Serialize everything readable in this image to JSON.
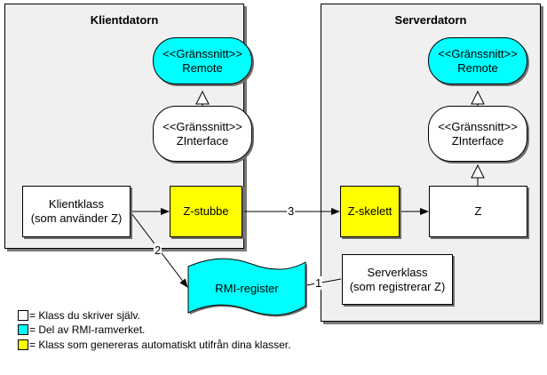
{
  "client": {
    "title": "Klientdatorn",
    "remote_interface": {
      "line1": "<<Gränssnitt>>",
      "line2": "Remote"
    },
    "z_interface": {
      "line1": "<<Gränssnitt>>",
      "line2": "ZInterface"
    },
    "client_class": {
      "line1": "Klientklass",
      "line2": "(som använder Z)"
    },
    "stub": "Z-stubbe"
  },
  "server": {
    "title": "Serverdatorn",
    "remote_interface": {
      "line1": "<<Gränssnitt>>",
      "line2": "Remote"
    },
    "z_interface": {
      "line1": "<<Gränssnitt>>",
      "line2": "ZInterface"
    },
    "skeleton": "Z-skelett",
    "z": "Z",
    "server_class": {
      "line1": "Serverklass",
      "line2": "(som registrerar Z)"
    }
  },
  "registry": "RMI-register",
  "edge_labels": {
    "one": "1",
    "two": "2",
    "three": "3"
  },
  "legend": [
    {
      "color": "#ffffff",
      "text": "= Klass du skriver själv."
    },
    {
      "color": "#00ffff",
      "text": "= Del av RMI-ramverket."
    },
    {
      "color": "#ffff00",
      "text": "= Klass som genereras automatiskt utifrån dina klasser."
    }
  ],
  "colors": {
    "framework": "#00ffff",
    "generated": "#ffff00",
    "own": "#ffffff",
    "panel": "#f0f0f0"
  }
}
